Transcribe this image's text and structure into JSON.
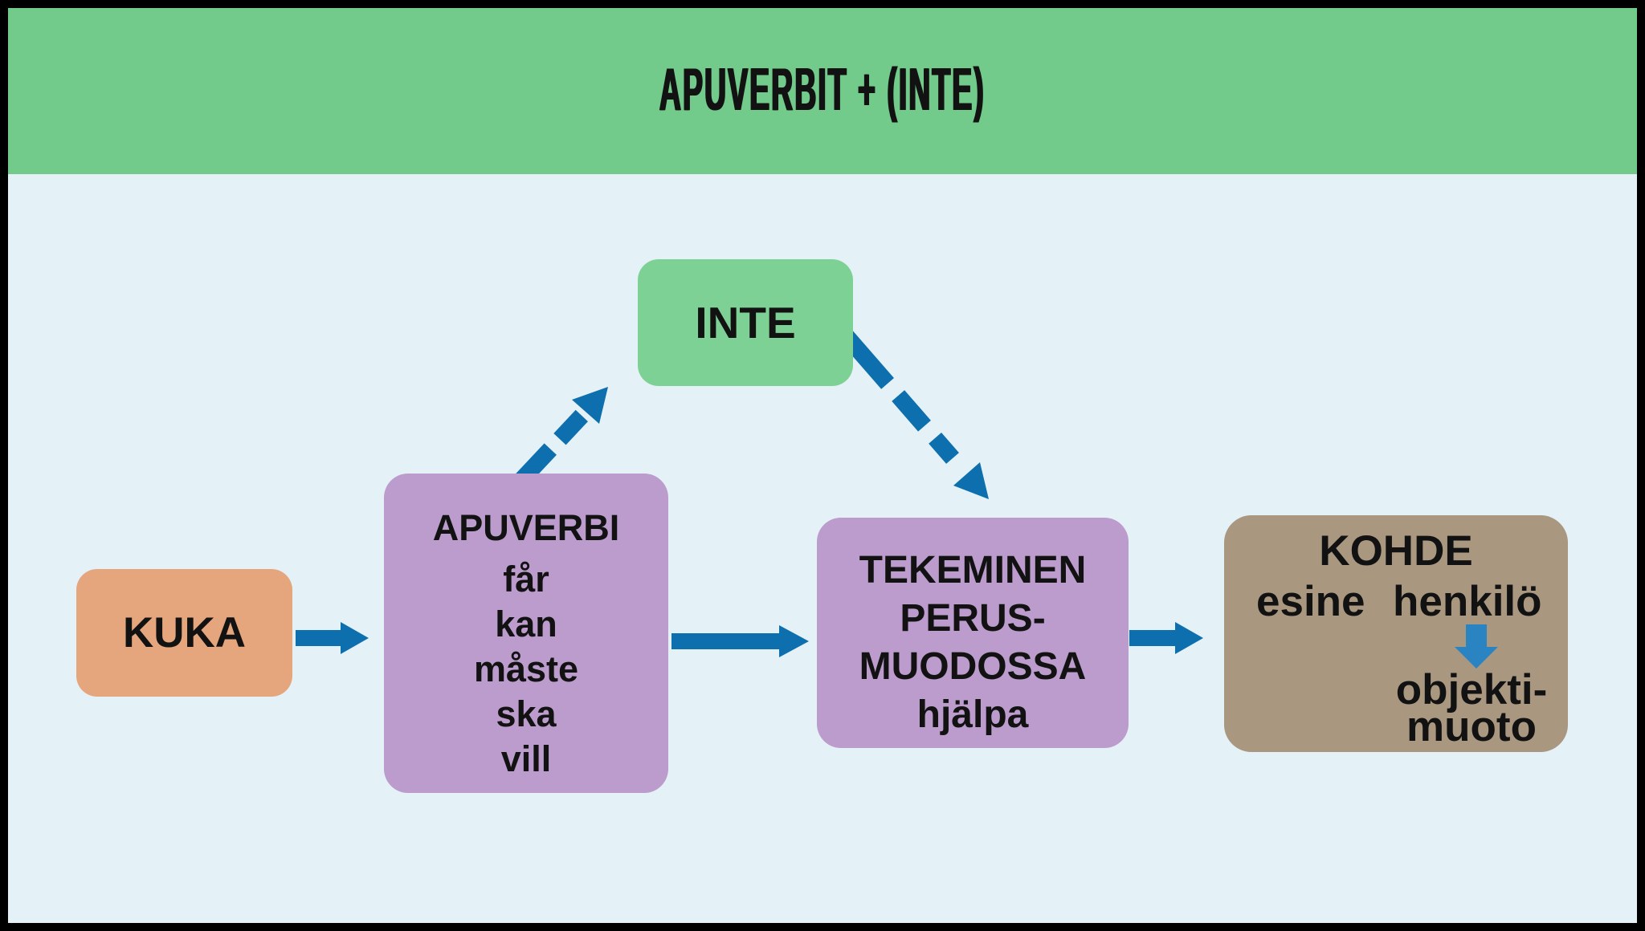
{
  "title": "APUVERBIT + (INTE)",
  "colors": {
    "frame": "#000000",
    "header_green": "#72ca8b",
    "body_bg": "#e4f1f7",
    "kuka_orange": "#e6a67d",
    "purple": "#bb9ccd",
    "inte_green": "#7ed194",
    "kohde_taupe": "#a99780",
    "arrow_blue": "#0e6fae",
    "inner_arrow_blue": "#2b84c2",
    "text": "#121212"
  },
  "boxes": {
    "kuka": {
      "label": "KUKA"
    },
    "apuverbi": {
      "title": "APUVERBI",
      "items": [
        "får",
        "kan",
        "måste",
        "ska",
        "vill"
      ]
    },
    "inte": {
      "label": "INTE"
    },
    "tekeminen": {
      "lines": [
        "TEKEMINEN",
        "PERUS-",
        "MUODOSSA",
        "hjälpa"
      ]
    },
    "kohde": {
      "title": "KOHDE",
      "option_left": "esine",
      "option_right": "henkilö",
      "result_line1": "objekti-",
      "result_line2": "muoto"
    }
  },
  "arrows": {
    "kuka_to_apuverbi": "solid",
    "apuverbi_to_inte": "dashed",
    "inte_to_tekeminen": "dashed",
    "apuverbi_to_tekeminen": "solid",
    "tekeminen_to_kohde": "solid",
    "henkilo_to_objektimuoto": "solid"
  }
}
